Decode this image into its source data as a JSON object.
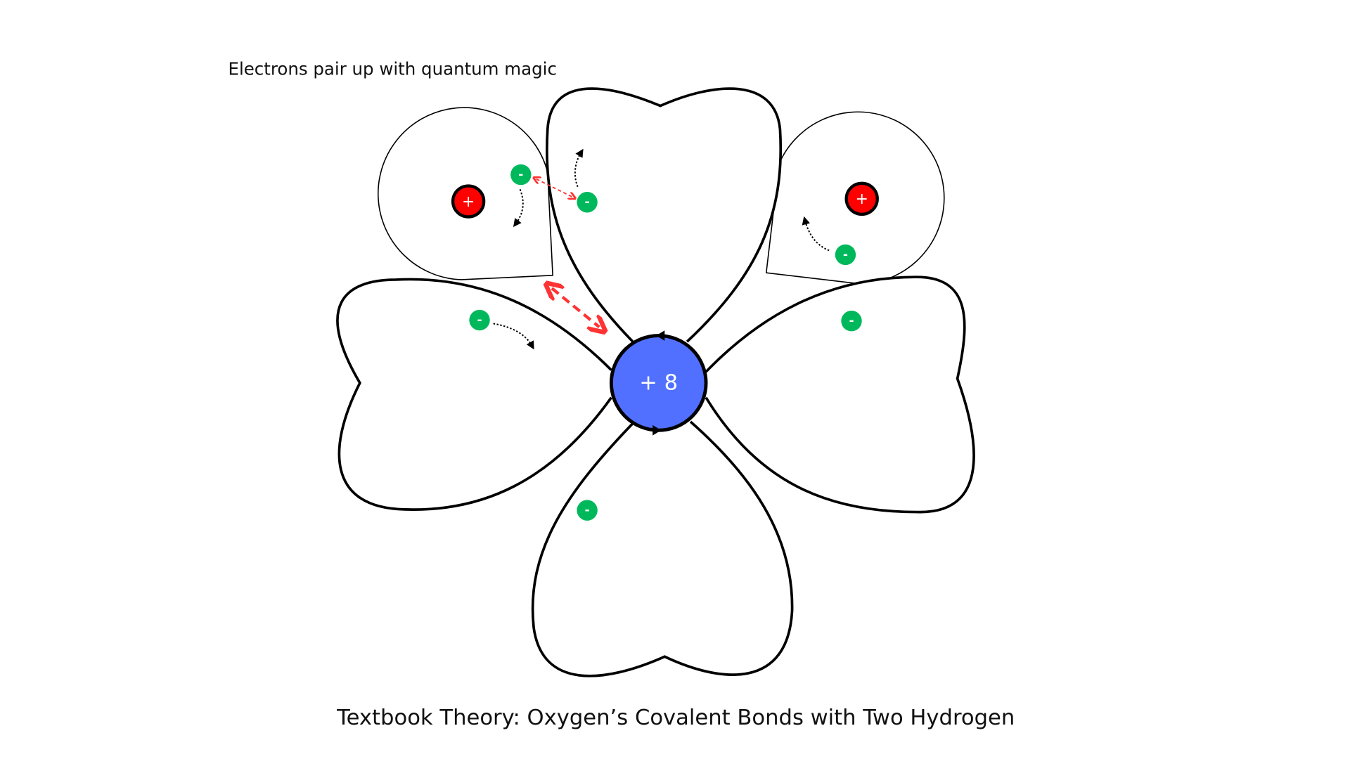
{
  "caption": "Electrons pair up with quantum magic",
  "title": "Textbook Theory: Oxygen’s Covalent Bonds with Two Hydrogen",
  "nucleus": {
    "label": "+ 8",
    "color": "#5170ff"
  },
  "proton": {
    "label": "+",
    "color": "#ff0000"
  },
  "electron": {
    "label": "-",
    "color": "#00b85c"
  }
}
